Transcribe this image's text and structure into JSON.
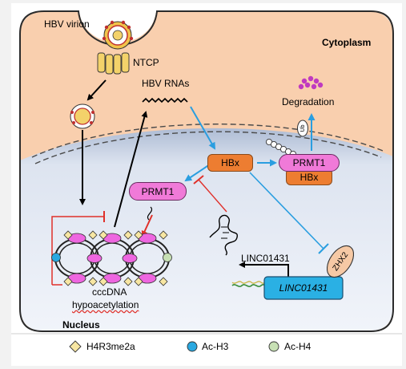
{
  "labels": {
    "hbv_virion": "HBV virion",
    "cytoplasm": "Cytoplasm",
    "ntcp": "NTCP",
    "hbv_rnas": "HBV RNAs",
    "degradation": "Degradation",
    "ub": "Ub",
    "hbx": "HBx",
    "prmt1": "PRMT1",
    "prmt1_left": "PRMT1",
    "hbx_complex": "HBx",
    "zhx2": "ZHX2",
    "linc_arrow": "LINC01431",
    "linc_gene": "LINC01431",
    "cccdna": "cccDNA",
    "hypoacetylation": "hypoacetylation",
    "nucleus": "Nucleus"
  },
  "legend": [
    {
      "label": "H4R3me2a",
      "shape": "diamond",
      "color": "#f7e6a2"
    },
    {
      "label": "Ac-H3",
      "shape": "circle",
      "color": "#2aa8e0"
    },
    {
      "label": "Ac-H4",
      "shape": "circle",
      "color": "#c7e0b4"
    }
  ],
  "colors": {
    "cytoplasm": "#f9cfae",
    "nucleus": "#e8eef8",
    "hbx": "#ed7d31",
    "prmt1": "#f07ad8",
    "histone": "#ee66e0",
    "linc_box": "#2ab0e4",
    "zhx2": "#f6c9a5",
    "arrow_blue": "#2a9ee0",
    "inhibit_red": "#e0302a",
    "degradation_dots": "#c03ac0"
  }
}
